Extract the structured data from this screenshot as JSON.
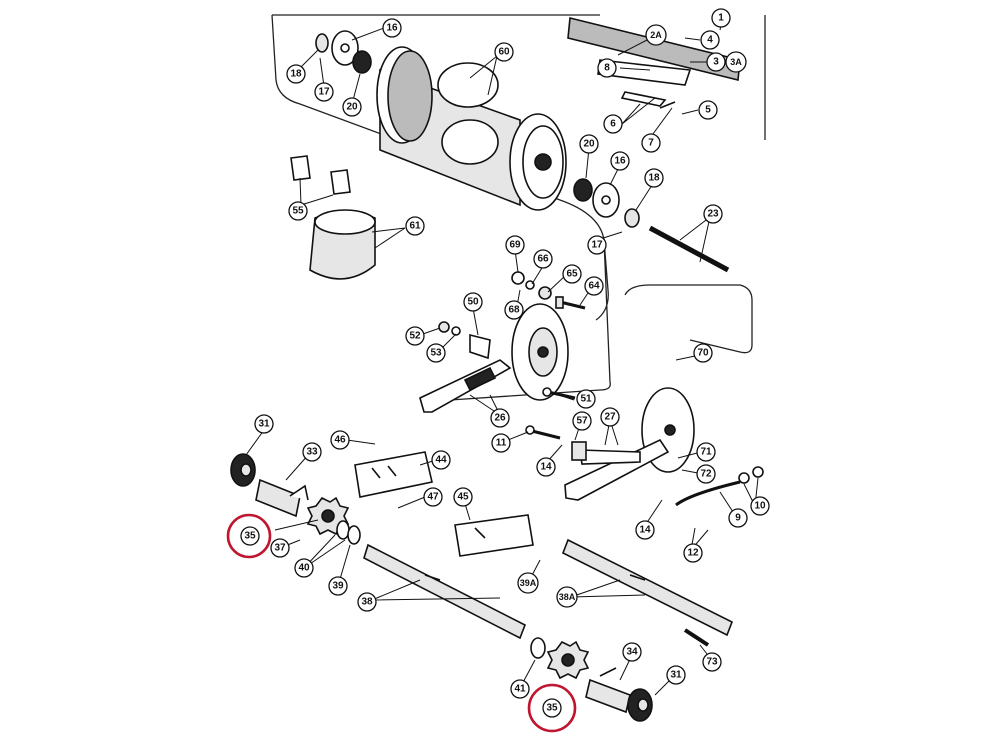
{
  "callouts": {
    "c1": "1",
    "c2a": "2A",
    "c3": "3",
    "c3a": "3A",
    "c4": "4",
    "c5": "5",
    "c6": "6",
    "c7": "7",
    "c8": "8",
    "c9": "9",
    "c10": "10",
    "c11": "11",
    "c12": "12",
    "c14a": "14",
    "c14b": "14",
    "c16a": "16",
    "c16b": "16",
    "c17a": "17",
    "c17b": "17",
    "c18a": "18",
    "c18b": "18",
    "c20a": "20",
    "c20b": "20",
    "c23": "23",
    "c26": "26",
    "c27": "27",
    "c31a": "31",
    "c31b": "31",
    "c33": "33",
    "c34": "34",
    "c35a": "35",
    "c35b": "35",
    "c37": "37",
    "c38": "38",
    "c38a": "38A",
    "c39": "39",
    "c39a": "39A",
    "c40": "40",
    "c41": "41",
    "c44": "44",
    "c45": "45",
    "c46": "46",
    "c47": "47",
    "c50": "50",
    "c51": "51",
    "c52": "52",
    "c53": "53",
    "c55": "55",
    "c57": "57",
    "c60": "60",
    "c61": "61",
    "c64": "64",
    "c65": "65",
    "c66": "66",
    "c68": "68",
    "c69": "69",
    "c70": "70",
    "c71": "71",
    "c72": "72",
    "c73": "73"
  },
  "highlight_color": "#c0152f"
}
